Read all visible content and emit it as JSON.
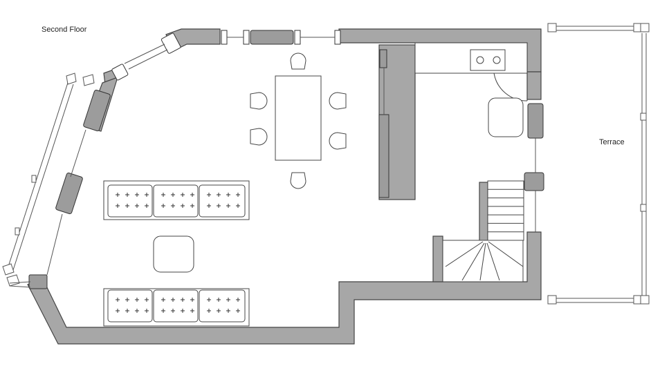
{
  "labels": {
    "floor_name": "Second Floor",
    "terrace": "Terrace"
  },
  "colors": {
    "wall": "#a7a7a7",
    "stroke": "#444444",
    "background": "#ffffff"
  },
  "furniture": {
    "dining_chairs": 6,
    "sofas": 2,
    "sofa_cushions_each": 3,
    "stove_burners": 2,
    "stair_steps": 6
  }
}
